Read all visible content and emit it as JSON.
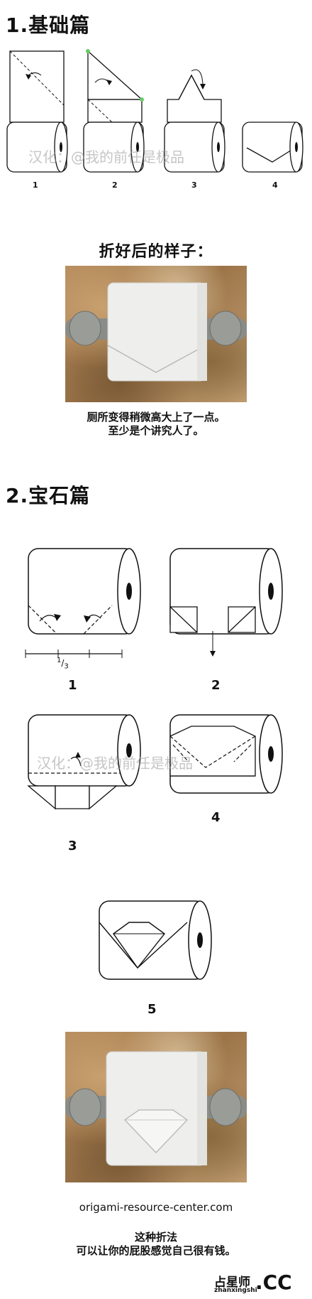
{
  "section1": {
    "title": "1.基础篇",
    "steps": [
      "1",
      "2",
      "3",
      "4"
    ]
  },
  "watermark1": "汉化：@我的前任是极品",
  "result": {
    "title": "折好后的样子：",
    "caption_line1": "厕所变得稍微高大上了一点。",
    "caption_line2": "至少是个讲究人了。"
  },
  "section2": {
    "title": "2.宝石篇",
    "steps": [
      "1",
      "2",
      "3",
      "4",
      "5"
    ],
    "fraction_num": "1",
    "fraction_den": "3"
  },
  "watermark2": "汉化：@我的前任是极品",
  "source": "origami-resource-center.com",
  "final_caption": {
    "line1": "这种折法",
    "line2": "可以让你的屁股感觉自己很有钱。"
  },
  "logo": {
    "main": "占星师",
    "sub": "zhanxingshi",
    "suffix": ".CC"
  }
}
